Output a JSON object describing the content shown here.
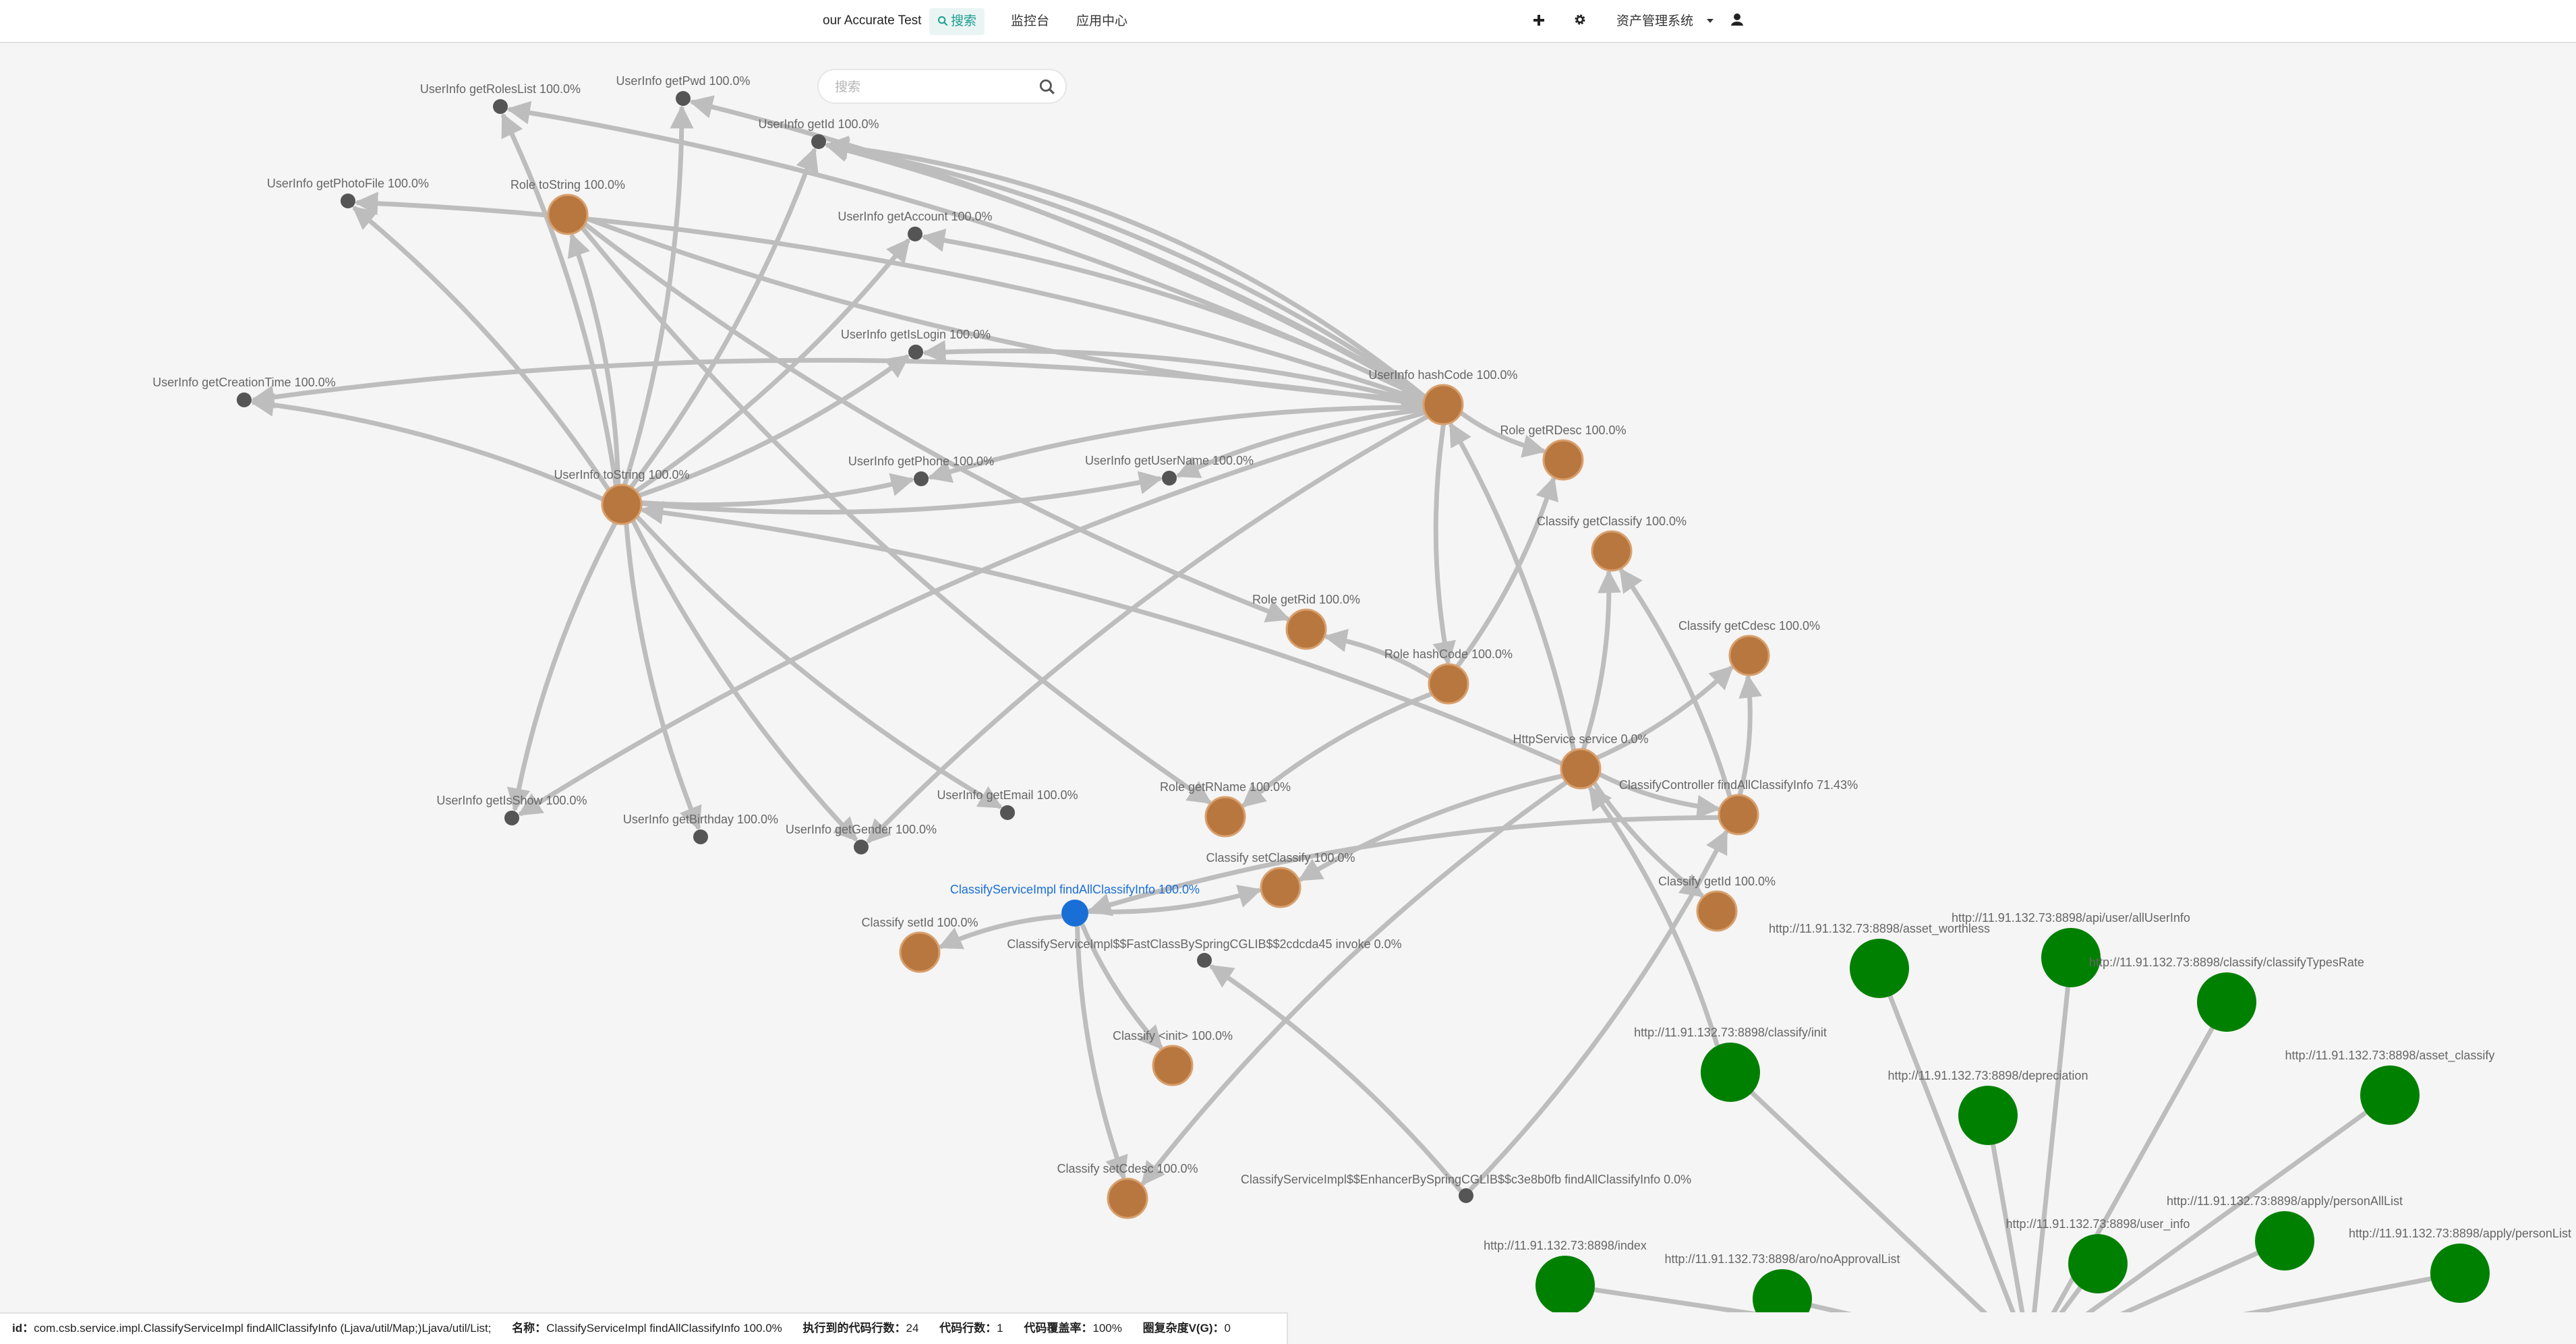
{
  "header": {
    "brand": "our Accurate Test",
    "nav_search": "搜索",
    "nav_monitor": "监控台",
    "nav_apps": "应用中心",
    "system_select": "资产管理系统",
    "icons": [
      "plus-icon",
      "gear-icon",
      "caret-down-icon",
      "user-icon"
    ]
  },
  "search": {
    "placeholder": "搜索"
  },
  "colors": {
    "gray": "#555555",
    "orange": "#b8773f",
    "green": "#008000",
    "blue": "#1a6fd6",
    "edge": "#bdbdbd"
  },
  "graph": {
    "nodes": [
      {
        "id": "n1",
        "label": "UserInfo getRolesList 100.0%",
        "kind": "gray"
      },
      {
        "id": "n2",
        "label": "UserInfo getPwd 100.0%",
        "kind": "gray"
      },
      {
        "id": "n3",
        "label": "UserInfo getId 100.0%",
        "kind": "gray"
      },
      {
        "id": "n4",
        "label": "UserInfo getPhotoFile 100.0%",
        "kind": "gray"
      },
      {
        "id": "n5",
        "label": "Role toString 100.0%",
        "kind": "orange"
      },
      {
        "id": "n6",
        "label": "UserInfo getAccount 100.0%",
        "kind": "gray"
      },
      {
        "id": "n7",
        "label": "UserInfo getIsLogin 100.0%",
        "kind": "gray"
      },
      {
        "id": "n8",
        "label": "UserInfo getCreationTime 100.0%",
        "kind": "gray"
      },
      {
        "id": "n9",
        "label": "UserInfo hashCode 100.0%",
        "kind": "orange"
      },
      {
        "id": "n10",
        "label": "Role getRDesc 100.0%",
        "kind": "orange"
      },
      {
        "id": "n11",
        "label": "UserInfo toString 100.0%",
        "kind": "orange"
      },
      {
        "id": "n12",
        "label": "UserInfo getPhone 100.0%",
        "kind": "gray"
      },
      {
        "id": "n13",
        "label": "UserInfo getUserName 100.0%",
        "kind": "gray"
      },
      {
        "id": "n14",
        "label": "Classify getClassify 100.0%",
        "kind": "orange"
      },
      {
        "id": "n15",
        "label": "Role getRid 100.0%",
        "kind": "orange"
      },
      {
        "id": "n16",
        "label": "Role hashCode 100.0%",
        "kind": "orange"
      },
      {
        "id": "n17",
        "label": "Classify getCdesc 100.0%",
        "kind": "orange"
      },
      {
        "id": "n18",
        "label": "HttpService service 0.0%",
        "kind": "orange"
      },
      {
        "id": "n19",
        "label": "UserInfo getIsShow 100.0%",
        "kind": "gray"
      },
      {
        "id": "n20",
        "label": "UserInfo getBirthday 100.0%",
        "kind": "gray"
      },
      {
        "id": "n21",
        "label": "UserInfo getEmail 100.0%",
        "kind": "gray"
      },
      {
        "id": "n22",
        "label": "UserInfo getGender 100.0%",
        "kind": "gray"
      },
      {
        "id": "n23",
        "label": "Role getRName 100.0%",
        "kind": "orange"
      },
      {
        "id": "n24",
        "label": "ClassifyController findAllClassifyInfo 71.43%",
        "kind": "orange"
      },
      {
        "id": "n25",
        "label": "Classify setClassify 100.0%",
        "kind": "orange"
      },
      {
        "id": "n26",
        "label": "ClassifyServiceImpl findAllClassifyInfo 100.0%",
        "kind": "blue"
      },
      {
        "id": "n27",
        "label": "Classify getId 100.0%",
        "kind": "orange"
      },
      {
        "id": "n28",
        "label": "Classify setId 100.0%",
        "kind": "orange"
      },
      {
        "id": "n29",
        "label": "ClassifyServiceImpl$$FastClassBySpringCGLIB$$2cdcda45 invoke 0.0%",
        "kind": "gray"
      },
      {
        "id": "n30",
        "label": "Classify <init> 100.0%",
        "kind": "orange"
      },
      {
        "id": "n31",
        "label": "Classify setCdesc 100.0%",
        "kind": "orange"
      },
      {
        "id": "n32",
        "label": "ClassifyServiceImpl$$EnhancerBySpringCGLIB$$c3e8b0fb findAllClassifyInfo 0.0%",
        "kind": "gray"
      },
      {
        "id": "g1",
        "label": "http://11.91.132.73:8898/asset_worthless",
        "kind": "green"
      },
      {
        "id": "g2",
        "label": "http://11.91.132.73:8898/api/user/allUserInfo",
        "kind": "green"
      },
      {
        "id": "g3",
        "label": "http://11.91.132.73:8898/classify/classifyTypesRate",
        "kind": "green"
      },
      {
        "id": "g4",
        "label": "http://11.91.132.73:8898/classify/init",
        "kind": "green"
      },
      {
        "id": "g5",
        "label": "http://11.91.132.73:8898/depreciation",
        "kind": "green"
      },
      {
        "id": "g6",
        "label": "http://11.91.132.73:8898/asset_classify",
        "kind": "green"
      },
      {
        "id": "g7",
        "label": "http://11.91.132.73:8898/apply/personAllList",
        "kind": "green"
      },
      {
        "id": "g8",
        "label": "http://11.91.132.73:8898/user_info",
        "kind": "green"
      },
      {
        "id": "g9",
        "label": "http://11.91.132.73:8898/apply/personList",
        "kind": "green"
      },
      {
        "id": "g10",
        "label": "http://11.91.132.73:8898/index",
        "kind": "green"
      },
      {
        "id": "g11",
        "label": "http://11.91.132.73:8898/aro/noApprovalList",
        "kind": "green"
      }
    ],
    "edges": [
      [
        "n9",
        "n1"
      ],
      [
        "n9",
        "n2"
      ],
      [
        "n9",
        "n3"
      ],
      [
        "n9",
        "n3"
      ],
      [
        "n9",
        "n3"
      ],
      [
        "n9",
        "n6"
      ],
      [
        "n9",
        "n7"
      ],
      [
        "n9",
        "n8"
      ],
      [
        "n9",
        "n4"
      ],
      [
        "n9",
        "n10"
      ],
      [
        "n9",
        "n12"
      ],
      [
        "n9",
        "n13"
      ],
      [
        "n9",
        "n19"
      ],
      [
        "n9",
        "n22"
      ],
      [
        "n9",
        "n16"
      ],
      [
        "n11",
        "n1"
      ],
      [
        "n11",
        "n2"
      ],
      [
        "n11",
        "n3"
      ],
      [
        "n11",
        "n4"
      ],
      [
        "n11",
        "n5"
      ],
      [
        "n11",
        "n6"
      ],
      [
        "n11",
        "n7"
      ],
      [
        "n11",
        "n8"
      ],
      [
        "n11",
        "n12"
      ],
      [
        "n11",
        "n13"
      ],
      [
        "n11",
        "n19"
      ],
      [
        "n11",
        "n20"
      ],
      [
        "n11",
        "n21"
      ],
      [
        "n11",
        "n22"
      ],
      [
        "n5",
        "n15"
      ],
      [
        "n5",
        "n23"
      ],
      [
        "n5",
        "n9"
      ],
      [
        "n16",
        "n15"
      ],
      [
        "n16",
        "n10"
      ],
      [
        "n16",
        "n23"
      ],
      [
        "n18",
        "n9"
      ],
      [
        "n18",
        "n11"
      ],
      [
        "n18",
        "n14"
      ],
      [
        "n18",
        "n17"
      ],
      [
        "n18",
        "n24"
      ],
      [
        "n18",
        "n27"
      ],
      [
        "n18",
        "n25"
      ],
      [
        "n18",
        "n31"
      ],
      [
        "n24",
        "n14"
      ],
      [
        "n24",
        "n17"
      ],
      [
        "n24",
        "n26"
      ],
      [
        "n26",
        "n25"
      ],
      [
        "n26",
        "n28"
      ],
      [
        "n26",
        "n30"
      ],
      [
        "n26",
        "n31"
      ],
      [
        "n32",
        "n29"
      ],
      [
        "n32",
        "n24"
      ],
      [
        "g4",
        "n18"
      ]
    ]
  },
  "info": {
    "id_label": "id：",
    "id_value": "com.csb.service.impl.ClassifyServiceImpl findAllClassifyInfo (Ljava/util/Map;)Ljava/util/List;",
    "name_label": "名称：",
    "name_value": "ClassifyServiceImpl findAllClassifyInfo 100.0%",
    "executed_label": "执行到的代码行数：",
    "executed_value": "24",
    "lines_label": "代码行数：",
    "lines_value": "1",
    "coverage_label": "代码覆盖率：",
    "coverage_value": "100%",
    "complexity_label": "圈复杂度V(G)：",
    "complexity_value": "0"
  }
}
